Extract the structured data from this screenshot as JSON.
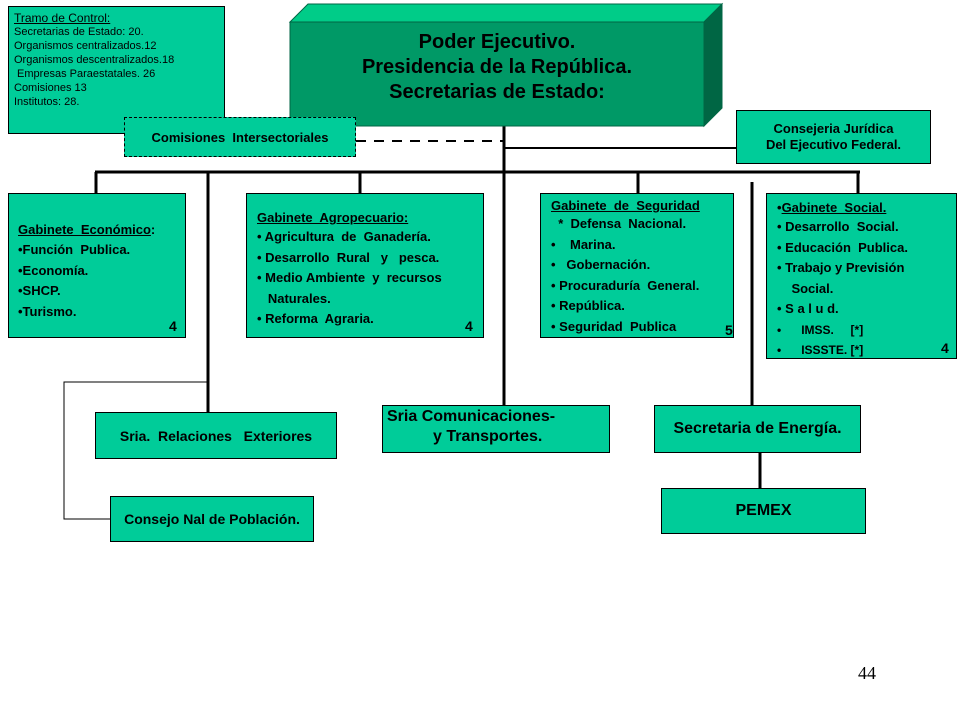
{
  "tramo": {
    "title": "Tramo de Control:",
    "lines": [
      "Secretarias  de Estado: 20.",
      "Organismos centralizados.12",
      "Organismos descentralizados.18",
      " Empresas Paraestatales. 26",
      "Comisiones 13",
      "Institutos: 28."
    ]
  },
  "ejecutivo": {
    "line1": "Poder Ejecutivo.",
    "line2": "Presidencia de la República.",
    "line3": "Secretarias  de Estado:"
  },
  "comisiones": "Comisiones  Intersectoriales",
  "consejeria": {
    "line1": "Consejeria Jurídica",
    "line2": "Del Ejecutivo Federal."
  },
  "gabinete_economico": {
    "title": "Gabinete  Económico",
    "title_suffix": ":",
    "items": [
      "•Función  Publica.",
      "•Economía.",
      "•SHCP.",
      "•Turismo."
    ],
    "count": "4"
  },
  "gabinete_agropecuario": {
    "title": "Gabinete  Agropecuario:",
    "items": [
      "• Agricultura  de  Ganadería.",
      "• Desarrollo  Rural   y   pesca.",
      "• Medio Ambiente  y  recursos",
      "   Naturales.",
      "• Reforma  Agraria."
    ],
    "count": "4"
  },
  "gabinete_seguridad": {
    "title": "Gabinete  de  Seguridad",
    "items": [
      "  *  Defensa  Nacional.",
      "•    Marina.",
      "•   Gobernación.",
      "• Procuraduría  General.",
      "• República.",
      "• Seguridad  Publica"
    ],
    "count": "5"
  },
  "gabinete_social": {
    "title_bullet": "•",
    "title": "Gabinete  Social.",
    "items": [
      "• Desarrollo  Social.",
      "• Educación  Publica.",
      "• Trabajo y Previsión",
      "    Social.",
      "• S a l u d.",
      "•      IMSS.     [*]",
      "•      ISSSTE. [*]"
    ],
    "count": "4"
  },
  "relaciones": "Sria.  Relaciones   Exteriores",
  "comunicaciones": {
    "line1": "Sria Comunicaciones-",
    "line2": "y Transportes."
  },
  "energia": "Secretaria de Energía.",
  "consejo": "Consejo Nal de Población.",
  "pemex": "PEMEX",
  "page_number": "44",
  "colors": {
    "box_fill": "#00cc99",
    "main_box": "#009966",
    "main_top": "#00cc88",
    "main_side": "#006644"
  }
}
